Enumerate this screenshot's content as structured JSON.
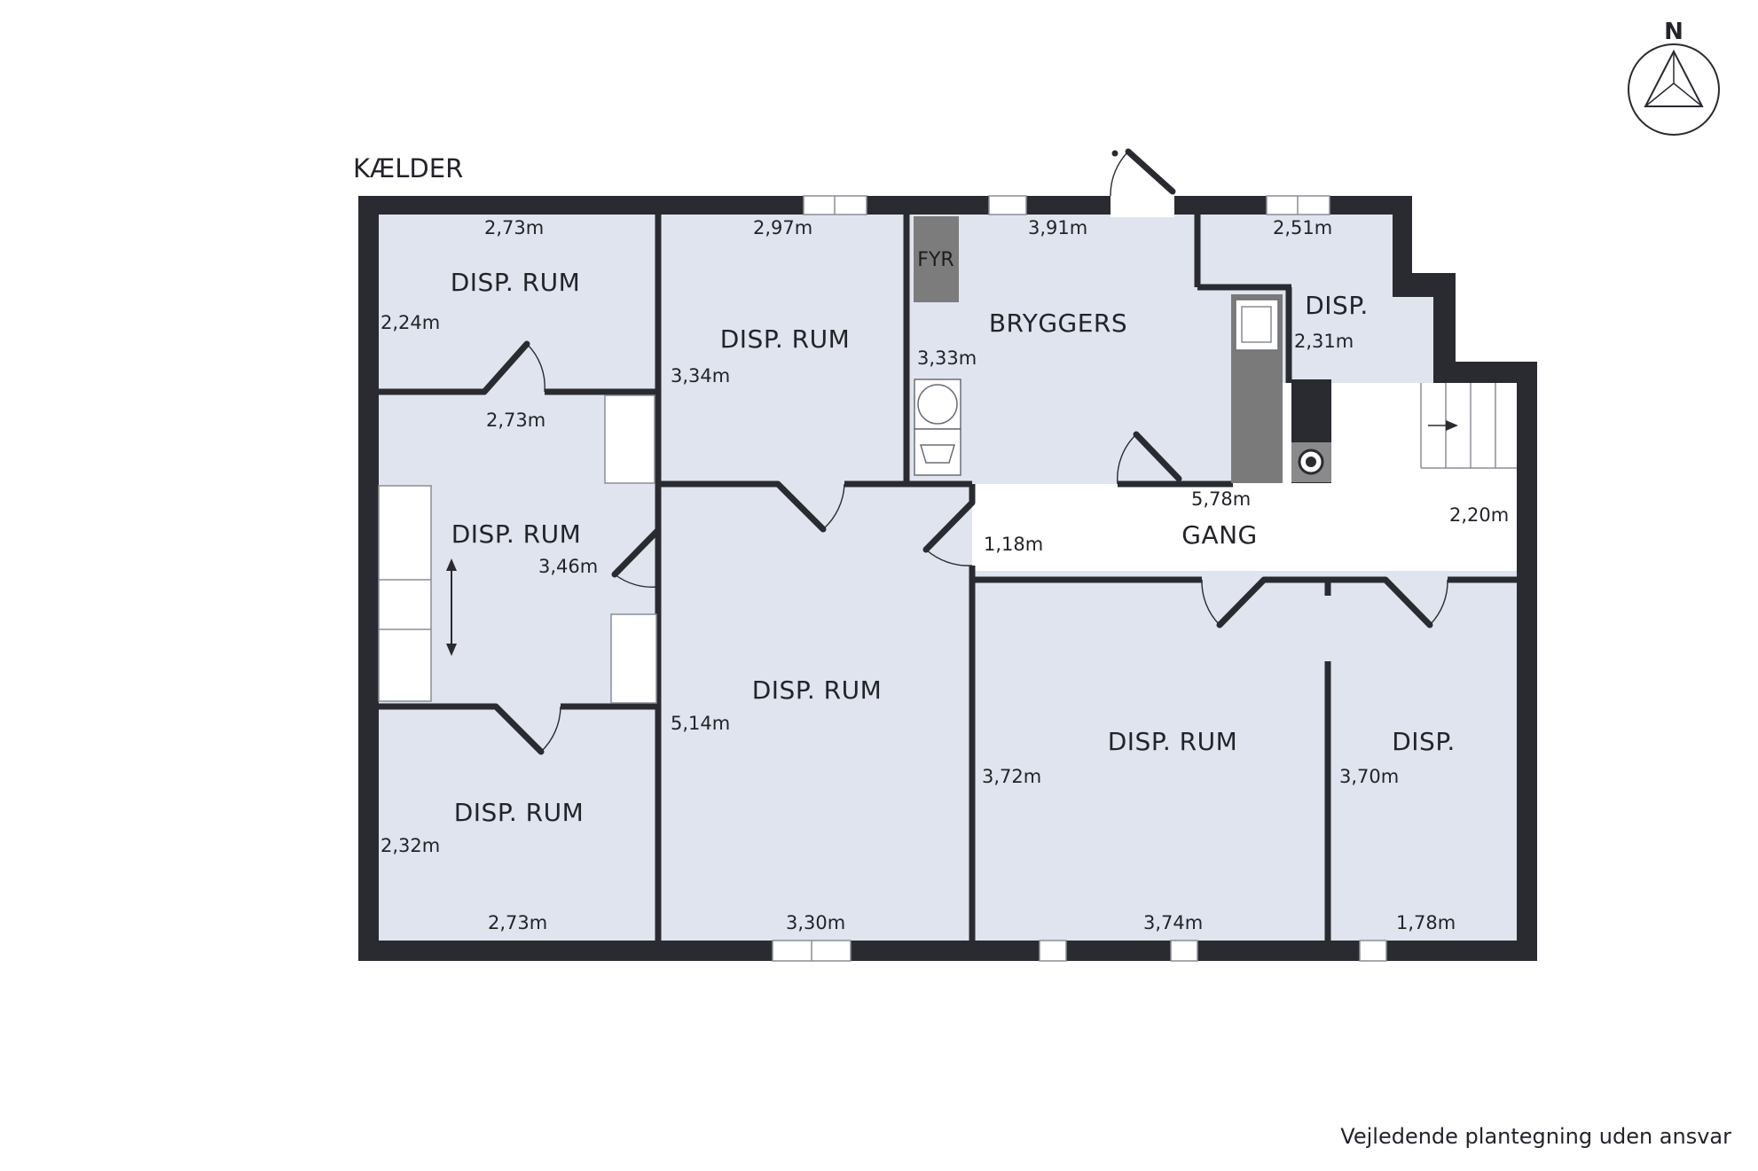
{
  "floor_label": "KÆLDER",
  "disclaimer": "Vejledende plantegning uden ansvar",
  "compass": {
    "label": "N"
  },
  "fixtures": {
    "boiler_label": "FYR"
  },
  "rooms": [
    {
      "name": "DISP. RUM",
      "dims": [
        "2,73m",
        "2,24m"
      ]
    },
    {
      "name": "DISP. RUM",
      "dims": [
        "2,97m",
        "3,34m"
      ]
    },
    {
      "name": "BRYGGERS",
      "dims": [
        "3,91m",
        "3,33m"
      ]
    },
    {
      "name": "DISP.",
      "dims": [
        "2,51m",
        "2,31m"
      ]
    },
    {
      "name": "DISP. RUM",
      "dims": [
        "2,73m",
        "3,46m"
      ]
    },
    {
      "name": "GANG",
      "dims": [
        "5,78m",
        "1,18m",
        "2,20m"
      ]
    },
    {
      "name": "DISP. RUM",
      "dims": [
        "3,30m",
        "5,14m"
      ]
    },
    {
      "name": "DISP. RUM",
      "dims": [
        "3,72m",
        "3,74m"
      ]
    },
    {
      "name": "DISP.",
      "dims": [
        "3,70m",
        "1,78m"
      ]
    },
    {
      "name": "DISP. RUM",
      "dims": [
        "2,32m",
        "2,73m"
      ]
    }
  ]
}
